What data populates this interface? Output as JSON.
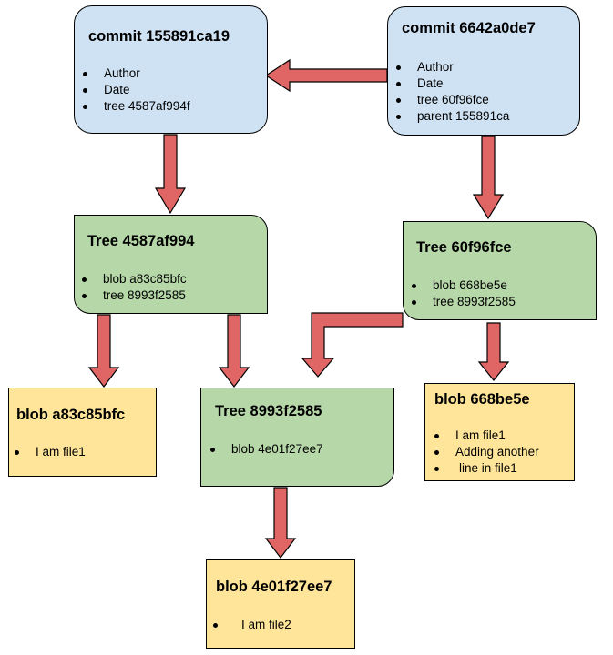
{
  "commit_a": {
    "title": "commit 155891ca19",
    "items": [
      "Author",
      "Date",
      "tree 4587af994f"
    ]
  },
  "commit_b": {
    "title": "commit 6642a0de7",
    "items": [
      "Author",
      "Date",
      "tree 60f96fce",
      "parent 155891ca"
    ]
  },
  "tree_a": {
    "title": "Tree 4587af994",
    "items": [
      "blob a83c85bfc",
      "tree 8993f2585"
    ]
  },
  "tree_b": {
    "title": "Tree 60f96fce",
    "items": [
      "blob 668be5e",
      "tree 8993f2585"
    ]
  },
  "tree_c": {
    "title": "Tree 8993f2585",
    "items": [
      "blob 4e01f27ee7"
    ]
  },
  "blob_a": {
    "title": "blob a83c85bfc",
    "items": [
      "I am file1"
    ]
  },
  "blob_b": {
    "title": "blob 668be5e",
    "items": [
      "I am file1",
      "Adding another",
      "line in file1"
    ]
  },
  "blob_c": {
    "title": "blob 4e01f27ee7",
    "items": [
      "I am file2"
    ]
  },
  "colors": {
    "commit": "#cfe2f3",
    "tree": "#b6d7a8",
    "blob": "#ffe599",
    "arrow": "#e06666"
  }
}
